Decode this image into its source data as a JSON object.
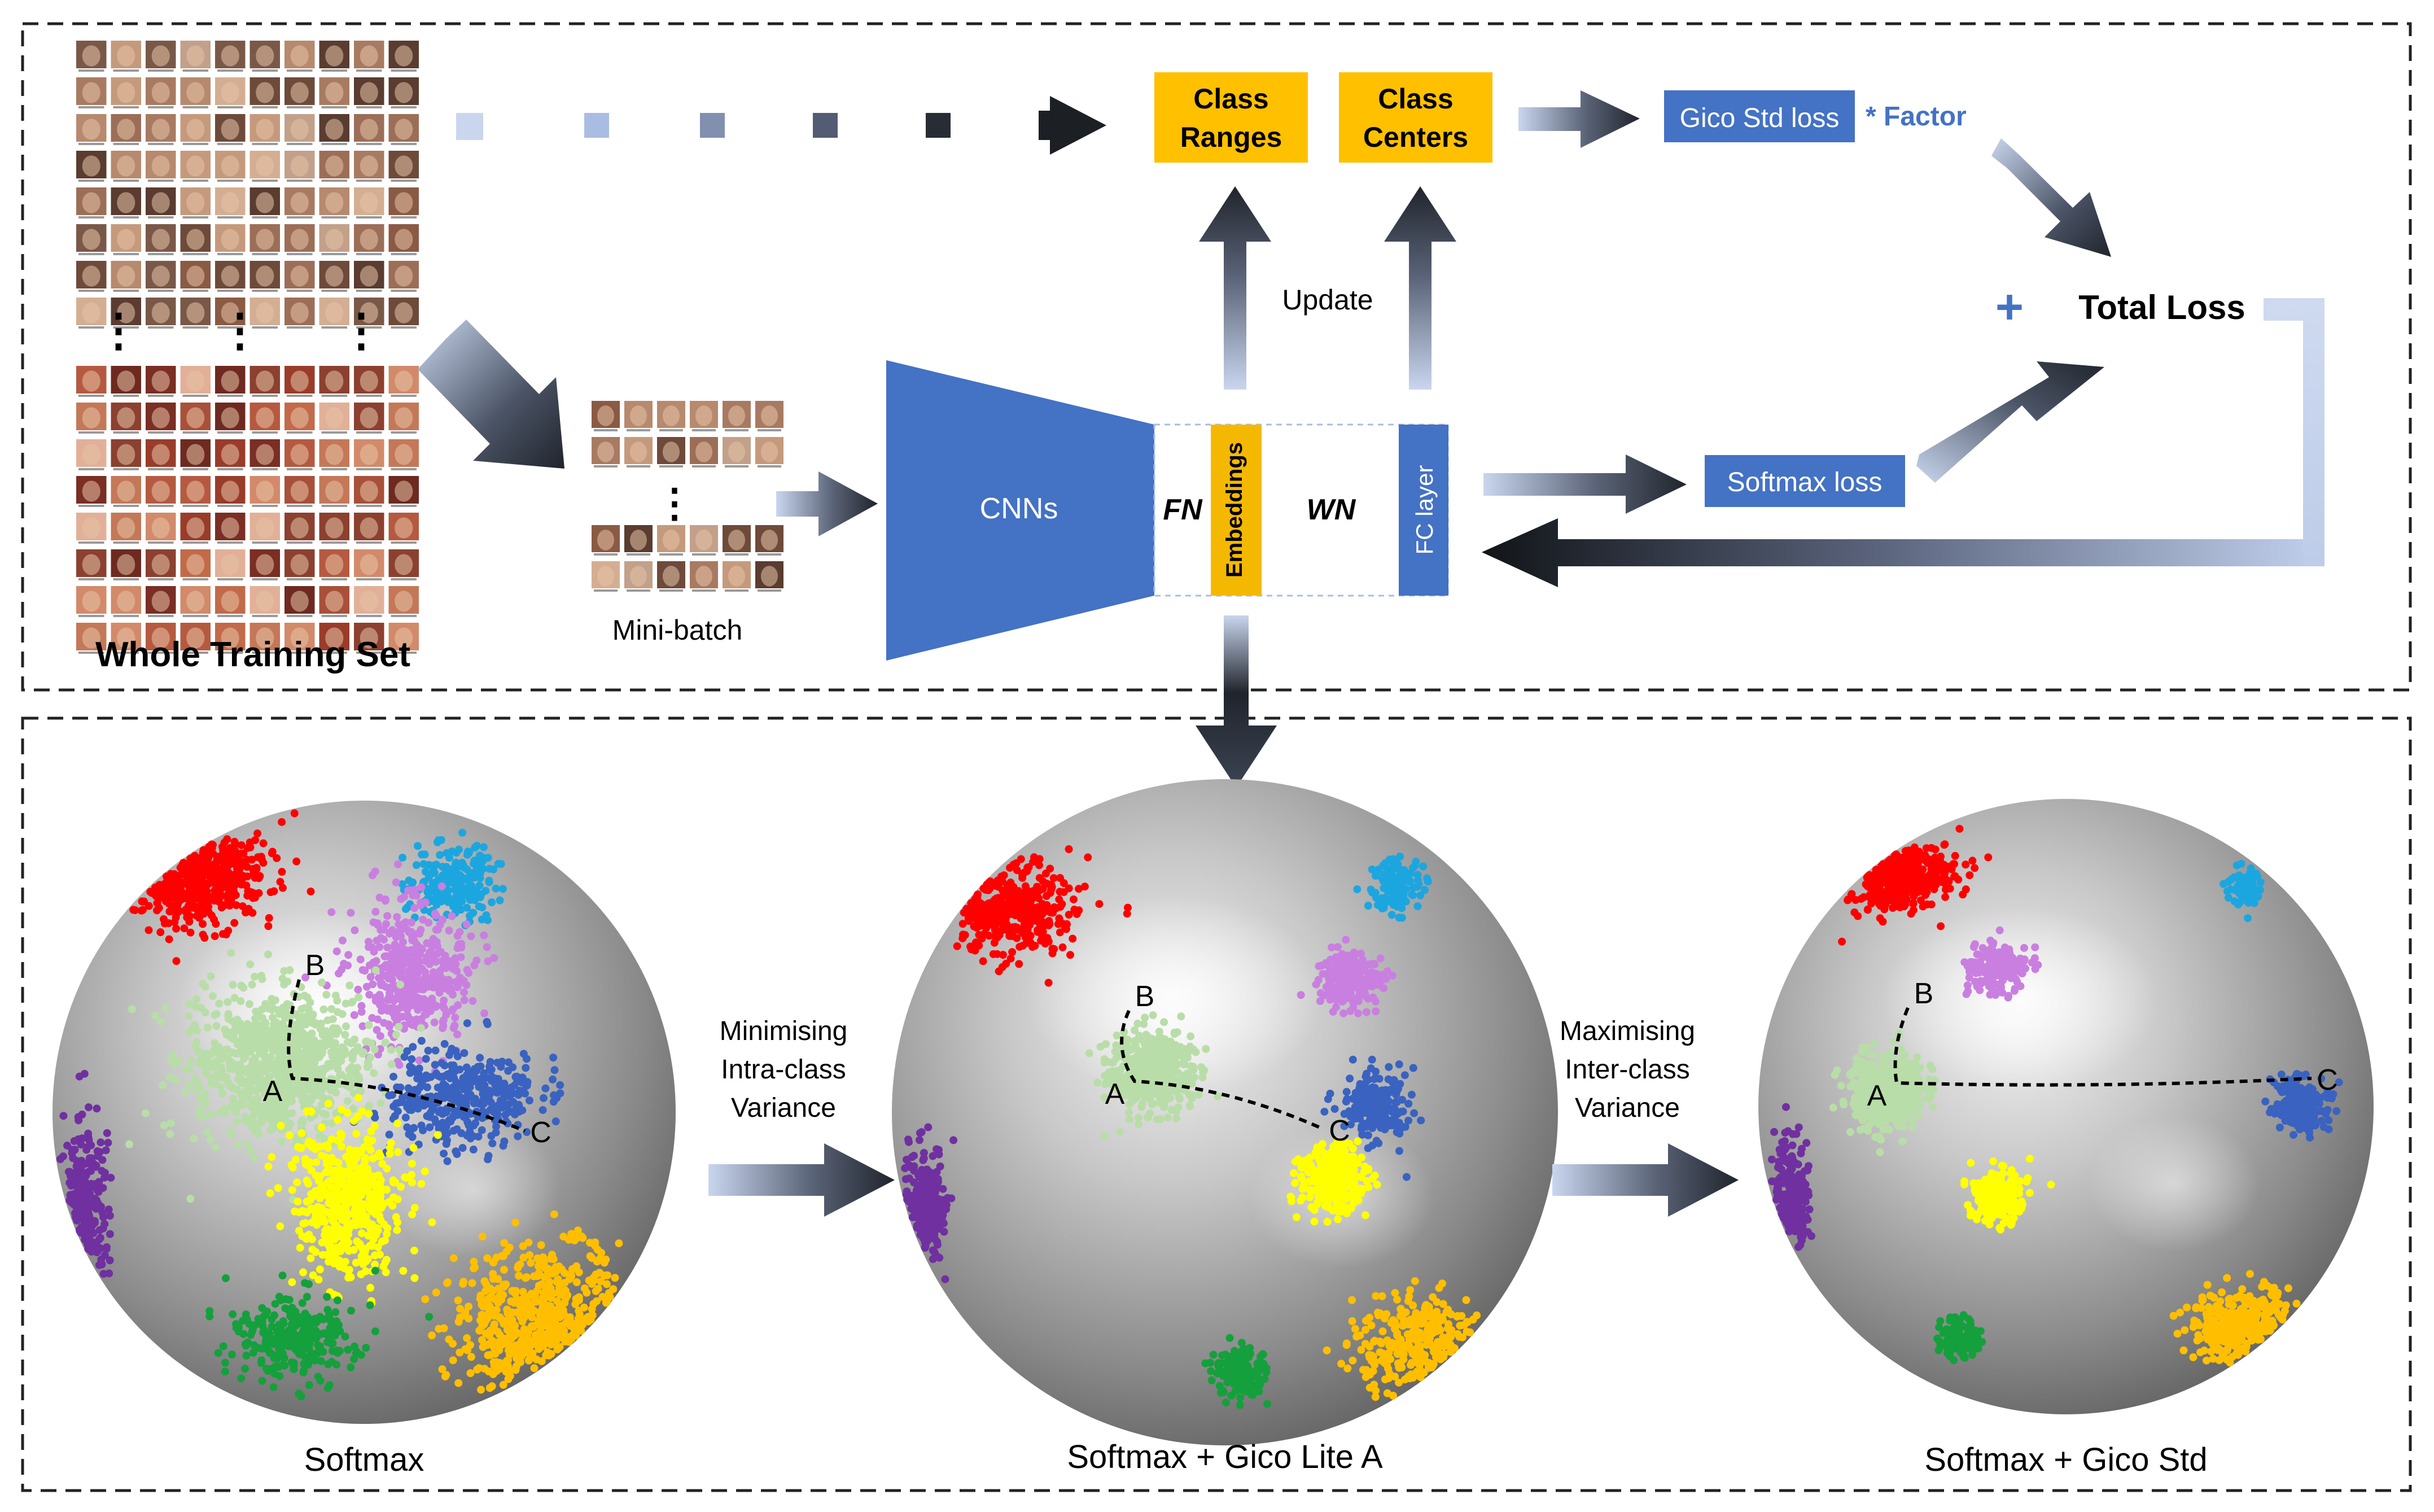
{
  "top_panel": {
    "training_set_label": "Whole Training Set",
    "minibatch_label": "Mini-batch",
    "class_ranges": [
      "Class",
      "Ranges"
    ],
    "class_centers": [
      "Class",
      "Centers"
    ],
    "gico_std_loss": "Gico Std loss",
    "factor": "* Factor",
    "plus": "+",
    "total_loss": "Total Loss",
    "update": "Update",
    "cnns": "CNNs",
    "fn": "FN",
    "embeddings": "Embeddings",
    "wn": "WN",
    "fc_layer": "FC  layer",
    "softmax_loss": "Softmax loss",
    "ellipsis": "⋮"
  },
  "bottom_panel": {
    "sphere1_label": "Softmax",
    "sphere2_label": "Softmax + Gico Lite A",
    "sphere3_label": "Softmax + Gico Std",
    "arrow1_text": [
      "Minimising",
      "Intra-class",
      "Variance"
    ],
    "arrow2_text": [
      "Maximising",
      "Inter-class",
      "Variance"
    ],
    "point_a": "A",
    "point_b": "B",
    "point_c": "C"
  },
  "colors": {
    "blue_box": "#4472C4",
    "orange_box": "#FFC000",
    "embed_orange": "#F5B800",
    "factor_text": "#4472C4",
    "cluster_red": "#FF0000",
    "cluster_cyan": "#1CA6E0",
    "cluster_violet": "#C97FE0",
    "cluster_lightgreen": "#B9DDA8",
    "cluster_blue": "#3A62C0",
    "cluster_yellow": "#FFFF00",
    "cluster_green": "#14A03C",
    "cluster_orange": "#FFBF00",
    "cluster_purple": "#7030A0"
  }
}
